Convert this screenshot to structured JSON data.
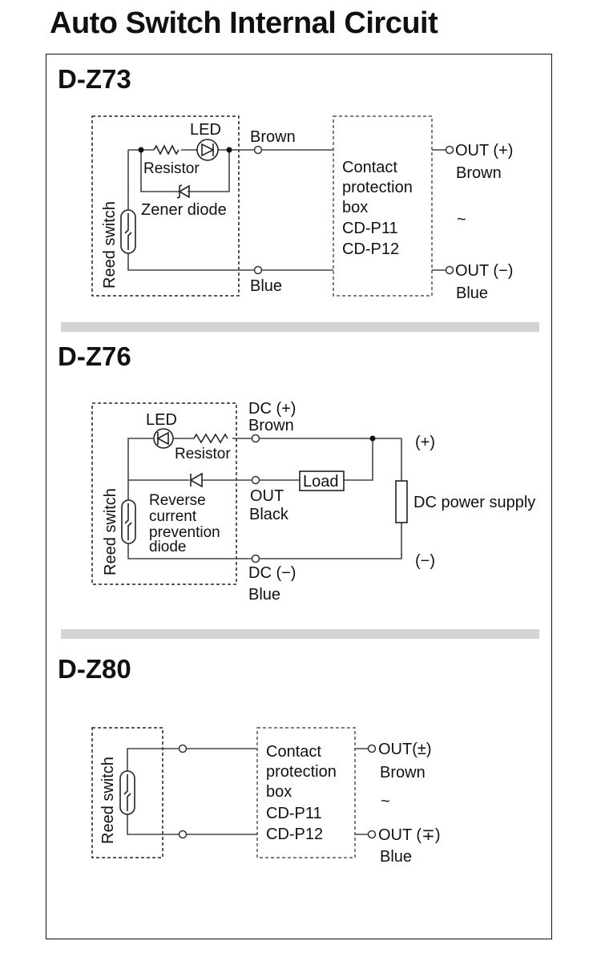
{
  "title": "Auto Switch Internal Circuit",
  "sections": [
    {
      "model": "D-Z73",
      "labels": {
        "led": "LED",
        "resistor": "Resistor",
        "zener": "Zener diode",
        "reed": "Reed switch",
        "brown": "Brown",
        "blue": "Blue",
        "box": [
          "Contact",
          "protection",
          "box",
          "CD-P11",
          "CD-P12"
        ],
        "out_pos": "OUT (+)",
        "out_pos_color": "Brown",
        "tilde": "~",
        "out_neg": "OUT (−)",
        "out_neg_color": "Blue"
      }
    },
    {
      "model": "D-Z76",
      "labels": {
        "led": "LED",
        "resistor": "Resistor",
        "reed": "Reed switch",
        "dc_pos": "DC (+)",
        "dc_pos_color": "Brown",
        "load": "Load",
        "out": "OUT",
        "out_color": "Black",
        "reverse": [
          "Reverse",
          "current",
          "prevention",
          "diode"
        ],
        "dc_neg": "DC (−)",
        "dc_neg_color": "Blue",
        "supply_pos": "(+)",
        "supply_neg": "(−)",
        "supply": "DC power supply"
      }
    },
    {
      "model": "D-Z80",
      "labels": {
        "reed": "Reed switch",
        "box": [
          "Contact",
          "protection",
          "box",
          "CD-P11",
          "CD-P12"
        ],
        "out_top": "OUT(±)",
        "out_top_color": "Brown",
        "tilde": "~",
        "out_bottom": "OUT (∓)",
        "out_bottom_color": "Blue"
      }
    }
  ]
}
